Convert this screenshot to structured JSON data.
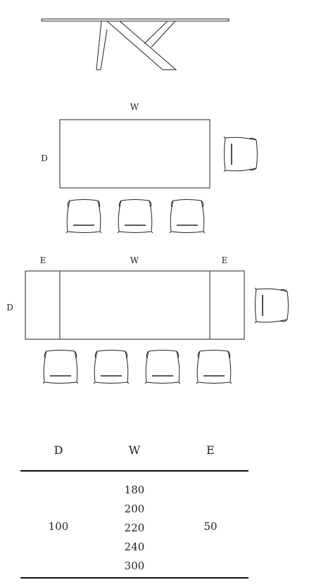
{
  "diagram": {
    "small_table": {
      "label_w": "W",
      "label_d": "D"
    },
    "large_table": {
      "label_e_left": "E",
      "label_w": "W",
      "label_e_right": "E",
      "label_d": "D"
    }
  },
  "dimension_table": {
    "headers": [
      "D",
      "W",
      "E"
    ],
    "d_value": "100",
    "w_values": [
      "180",
      "200",
      "220",
      "240",
      "300"
    ],
    "e_value": "50"
  }
}
